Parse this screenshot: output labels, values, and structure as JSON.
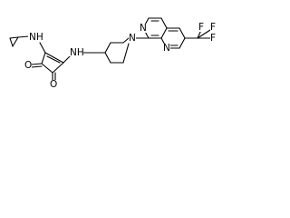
{
  "molecule": {
    "atom_labels": {
      "nh_cyclopropyl": "NH",
      "nh_linker": "NH",
      "oxo_top": "O",
      "oxo_bottom": "O",
      "n_piperidine": "N",
      "n_naphthyridine_top": "N",
      "n_naphthyridine_bottom": "N",
      "f_top_left": "F",
      "f_top_right": "F",
      "f_right": "F"
    }
  }
}
